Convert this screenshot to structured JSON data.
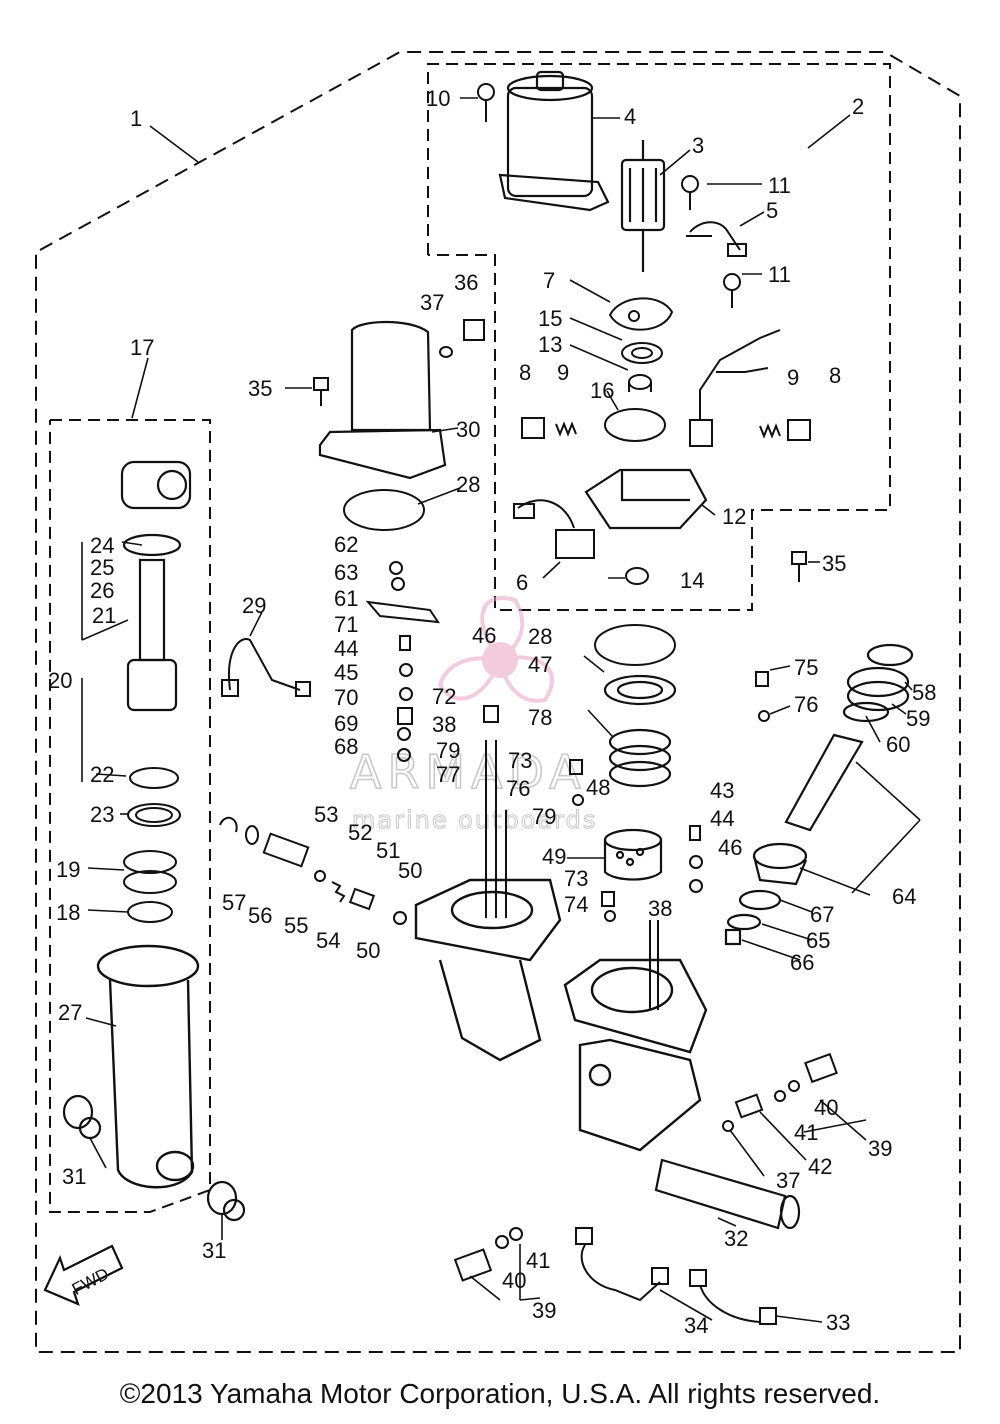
{
  "watermark": {
    "brand": "ARMADA",
    "tagline": "marine outboards",
    "accent_color": "#e8a3c3",
    "icon": "propeller-icon"
  },
  "copyright": "©2013 Yamaha Motor Corporation, U.S.A. All rights reserved.",
  "fwd_label": "FWD",
  "callouts": [
    "1",
    "2",
    "3",
    "4",
    "5",
    "6",
    "7",
    "8",
    "8",
    "9",
    "9",
    "10",
    "11",
    "11",
    "12",
    "13",
    "14",
    "15",
    "16",
    "17",
    "18",
    "19",
    "20",
    "21",
    "22",
    "23",
    "24",
    "25",
    "26",
    "27",
    "28",
    "28",
    "29",
    "30",
    "31",
    "31",
    "32",
    "33",
    "34",
    "35",
    "35",
    "36",
    "37",
    "37",
    "38",
    "38",
    "39",
    "39",
    "40",
    "40",
    "41",
    "41",
    "42",
    "43",
    "44",
    "44",
    "45",
    "46",
    "46",
    "47",
    "48",
    "49",
    "50",
    "50",
    "51",
    "52",
    "53",
    "54",
    "55",
    "56",
    "57",
    "58",
    "59",
    "60",
    "61",
    "62",
    "63",
    "64",
    "65",
    "66",
    "67",
    "68",
    "69",
    "70",
    "71",
    "72",
    "73",
    "73",
    "74",
    "75",
    "76",
    "76",
    "77",
    "78",
    "79",
    "79"
  ]
}
